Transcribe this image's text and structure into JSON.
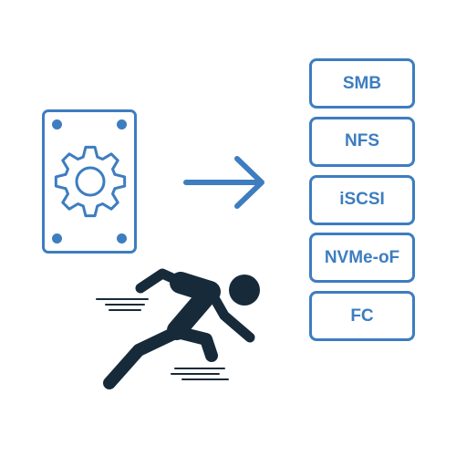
{
  "colors": {
    "accent": "#3d7dc0",
    "figure": "#172a3a",
    "background": "#ffffff"
  },
  "icons": {
    "device": "storage-device-icon",
    "gear": "gear-icon",
    "arrow": "arrow-right-icon",
    "runner": "sprinting-runner-icon"
  },
  "protocols": [
    "SMB",
    "NFS",
    "iSCSI",
    "NVMe-oF",
    "FC"
  ]
}
